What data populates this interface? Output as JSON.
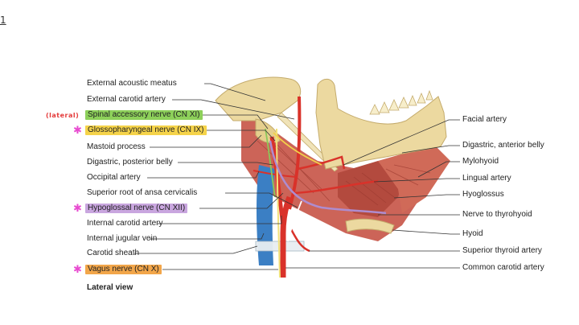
{
  "corner_mark": "1",
  "handwritten_note": "(lateral)",
  "caption": "Lateral view",
  "left_labels": [
    {
      "text": "External acoustic meatus",
      "highlight": ""
    },
    {
      "text": "External carotid artery",
      "highlight": ""
    },
    {
      "text": "Spinal accessory nerve (CN XI)",
      "highlight": "green"
    },
    {
      "text": "Glossopharyngeal nerve (CN IX)",
      "highlight": "yellow"
    },
    {
      "text": "Mastoid process",
      "highlight": ""
    },
    {
      "text": "Digastric, posterior belly",
      "highlight": ""
    },
    {
      "text": "Occipital artery",
      "highlight": ""
    },
    {
      "text": "Superior root of ansa cervicalis",
      "highlight": ""
    },
    {
      "text": "Hypoglossal nerve (CN XII)",
      "highlight": "purple"
    },
    {
      "text": "Internal carotid artery",
      "highlight": ""
    },
    {
      "text": "Internal jugular vein",
      "highlight": ""
    },
    {
      "text": "Carotid sheath",
      "highlight": ""
    },
    {
      "text": "Vagus nerve (CN X)",
      "highlight": "orange"
    }
  ],
  "right_labels": [
    {
      "text": "Facial artery"
    },
    {
      "text": "Digastric, anterior belly"
    },
    {
      "text": "Mylohyoid"
    },
    {
      "text": "Lingual artery"
    },
    {
      "text": "Hyoglossus"
    },
    {
      "text": "Nerve to thyrohyoid"
    },
    {
      "text": "Hyoid"
    },
    {
      "text": "Superior thyroid artery"
    },
    {
      "text": "Common carotid artery"
    }
  ],
  "colors": {
    "green": "#8dd05a",
    "yellow": "#f5d34a",
    "purple": "#c9a6df",
    "orange": "#f2a64a",
    "bone": "#ecd9a0",
    "muscle": "#c85a4a",
    "artery": "#d9322a",
    "vein": "#3b7fc4",
    "nerve": "#f2e27a",
    "star": "#e84bd0",
    "note": "#e43a3a"
  }
}
